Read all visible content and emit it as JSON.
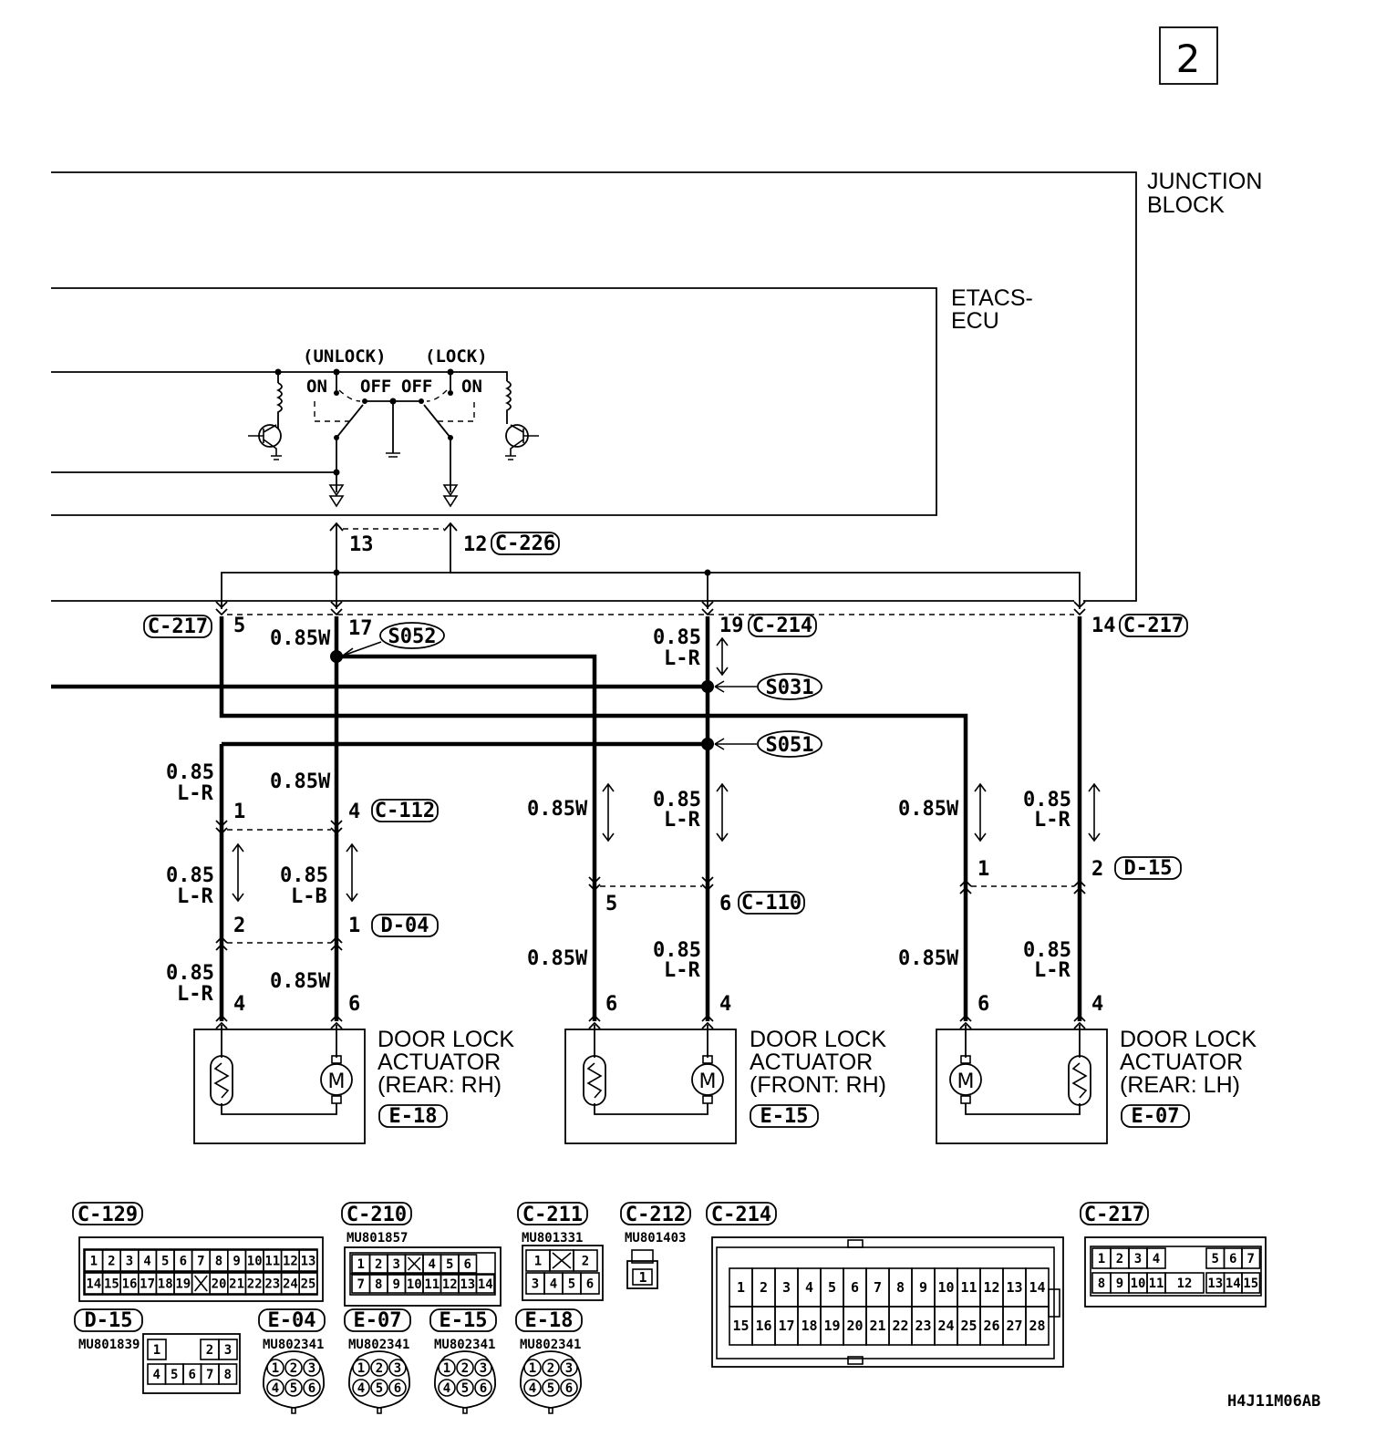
{
  "page_number": "2",
  "figure_code": "H4J11M06AB",
  "blocks": {
    "junction_block": [
      "JUNCTION",
      "BLOCK"
    ],
    "etacs_ecu": [
      "ETACS-",
      "ECU"
    ]
  },
  "relay": {
    "unlock": "(UNLOCK)",
    "lock": "(LOCK)",
    "on": "ON",
    "off": "OFF"
  },
  "etacs_pins": {
    "p13": "13",
    "p12": "12",
    "connector": "C-226"
  },
  "junction_pins": {
    "p5": "5",
    "c217_left": "C-217",
    "p17": "17",
    "wire17": "0.85W",
    "p19": "19",
    "c214": "C-214",
    "p14": "14",
    "c217_right": "C-217"
  },
  "splices": {
    "s052": "S052",
    "s031": "S031",
    "s051": "S051"
  },
  "wires": {
    "w_085": "0.85",
    "w_lr": "L-R",
    "w_lb": "L-B",
    "w_085w": "0.85W"
  },
  "connectors_mid": {
    "c112": "C-112",
    "c112_p1": "1",
    "c112_p4": "4",
    "d04": "D-04",
    "d04_p2": "2",
    "d04_p1": "1",
    "c110": "C-110",
    "c110_p5": "5",
    "c110_p6": "6",
    "d15": "D-15",
    "d15_p1": "1",
    "d15_p2": "2"
  },
  "actuators": [
    {
      "title1": "DOOR LOCK",
      "title2": "ACTUATOR",
      "title3": "(REAR: RH)",
      "connector": "E-18",
      "pin_left": "4",
      "pin_right": "6"
    },
    {
      "title1": "DOOR LOCK",
      "title2": "ACTUATOR",
      "title3": "(FRONT: RH)",
      "connector": "E-15",
      "pin_left": "6",
      "pin_right": "4"
    },
    {
      "title1": "DOOR LOCK",
      "title2": "ACTUATOR",
      "title3": "(REAR: LH)",
      "connector": "E-07",
      "pin_left": "6",
      "pin_right": "4"
    }
  ],
  "connector_views": {
    "c129": {
      "name": "C-129",
      "row1": [
        "1",
        "2",
        "3",
        "4",
        "5",
        "6",
        "7",
        "8",
        "9",
        "10",
        "11",
        "12",
        "13"
      ],
      "row2": [
        "14",
        "15",
        "16",
        "17",
        "18",
        "19",
        "",
        "20",
        "21",
        "22",
        "23",
        "24",
        "25"
      ]
    },
    "c210": {
      "name": "C-210",
      "part": "MU801857",
      "row1": [
        "1",
        "2",
        "3",
        "",
        "4",
        "5",
        "6"
      ],
      "row2": [
        "7",
        "8",
        "9",
        "10",
        "11",
        "12",
        "13",
        "14"
      ]
    },
    "c211": {
      "name": "C-211",
      "part": "MU801331",
      "row1": [
        "1",
        "",
        "2"
      ],
      "row2": [
        "3",
        "4",
        "5",
        "6"
      ]
    },
    "c212": {
      "name": "C-212",
      "part": "MU801403",
      "pin": "1"
    },
    "c214": {
      "name": "C-214",
      "row1": [
        "1",
        "2",
        "3",
        "4",
        "5",
        "6",
        "7",
        "8",
        "9",
        "10",
        "11",
        "12",
        "13",
        "14"
      ],
      "row2": [
        "15",
        "16",
        "17",
        "18",
        "19",
        "20",
        "21",
        "22",
        "23",
        "24",
        "25",
        "26",
        "27",
        "28"
      ]
    },
    "c217": {
      "name": "C-217",
      "row1": [
        "1",
        "2",
        "3",
        "4",
        "5",
        "6",
        "7"
      ],
      "row2": [
        "8",
        "9",
        "10",
        "11",
        "12",
        "13",
        "14",
        "15"
      ]
    },
    "d15": {
      "name": "D-15",
      "part": "MU801839",
      "row1": [
        "1",
        "2",
        "3"
      ],
      "row2": [
        "4",
        "5",
        "6",
        "7",
        "8"
      ]
    },
    "e04": {
      "name": "E-04",
      "part": "MU802341",
      "row1": [
        "1",
        "2",
        "3"
      ],
      "row2": [
        "4",
        "5",
        "6"
      ]
    },
    "e07": {
      "name": "E-07",
      "part": "MU802341",
      "row1": [
        "1",
        "2",
        "3"
      ],
      "row2": [
        "4",
        "5",
        "6"
      ]
    },
    "e15": {
      "name": "E-15",
      "part": "MU802341",
      "row1": [
        "1",
        "2",
        "3"
      ],
      "row2": [
        "4",
        "5",
        "6"
      ]
    },
    "e18": {
      "name": "E-18",
      "part": "MU802341",
      "row1": [
        "1",
        "2",
        "3"
      ],
      "row2": [
        "4",
        "5",
        "6"
      ]
    }
  }
}
